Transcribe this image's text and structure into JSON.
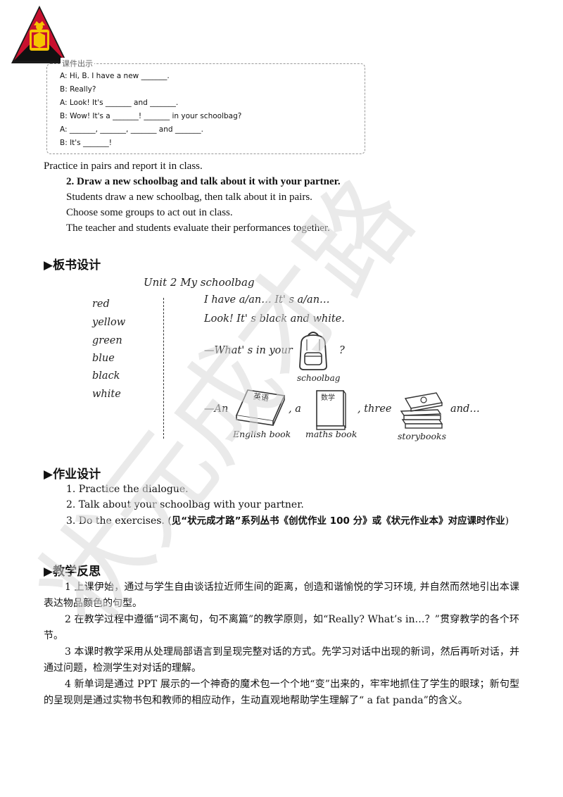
{
  "logo": {
    "name": "school-crest-logo"
  },
  "dialogue_box": {
    "tag": "课件出示",
    "lines": [
      "A: Hi, B. I have a new _______.",
      "B: Really?",
      "A: Look! It's _______ and _______.",
      "B: Wow! It's a _______! _______ in your schoolbag?",
      "A: _______, _______, _______ and _______.",
      "B: It's _______!"
    ]
  },
  "activity": {
    "practice_line": "Practice in pairs and report it in class.",
    "step2_title": "2. Draw a new schoolbag and talk about it with your partner.",
    "step2_lines": [
      "Students draw a new schoolbag, then talk about it in pairs.",
      "Choose some groups to act out in class.",
      "The teacher and students evaluate their performances together."
    ]
  },
  "board": {
    "heading": "▶板书设计",
    "title": "Unit 2    My schoolbag",
    "colors": [
      "red",
      "yellow",
      "green",
      "blue",
      "black",
      "white"
    ],
    "line1": "I have a/an… It' s a/an…",
    "line2": "Look! It' s black and white.",
    "line3a": "—What' s in your",
    "line3b": "?",
    "schoolbag_label": "schoolbag",
    "line4_an": "—An",
    "line4_a": ", a",
    "line4_three": ", three",
    "line4_and": "and…",
    "english_book_cover": "英语",
    "maths_book_cover": "数学",
    "english_book_label": "English book",
    "maths_book_label": "maths book",
    "storybooks_label": "storybooks"
  },
  "homework": {
    "heading": "▶作业设计",
    "items": [
      "1. Practice the dialogue.",
      "2. Talk about your schoolbag with your partner."
    ],
    "item3_start": "3.  Do  the  exercises.  (",
    "item3_bold": "见“状元成才路”系列丛书《创优作业 100 分》或《状元作业本》对应课时作业",
    "item3_end": ")"
  },
  "reflection": {
    "heading": "▶教学反思",
    "paragraphs": [
      "1 上课伊始，通过与学生自由谈话拉近师生间的距离，创造和谐愉悦的学习环境, 并自然而然地引出本课表达物品颜色的句型。",
      "2 在教学过程中遵循“词不离句，句不离篇”的教学原则，如“Really? What’s in…？”贯穿教学的各个环节。",
      "3 本课时教学采用从处理局部语言到呈现完整对话的方式。先学习对话中出现的新词，然后再听对话，并通过问题，检测学生对对话的理解。",
      "4 新单词是通过 PPT 展示的一个神奇的魔术包一个个地“变”出来的，牢牢地抓住了学生的眼球；新句型的呈现则是通过实物书包和教师的相应动作，生动直观地帮助学生理解了“ a fat panda”的含义。"
    ]
  },
  "watermark": {
    "text": "状元成才路",
    "color": "#d9d9d9"
  }
}
